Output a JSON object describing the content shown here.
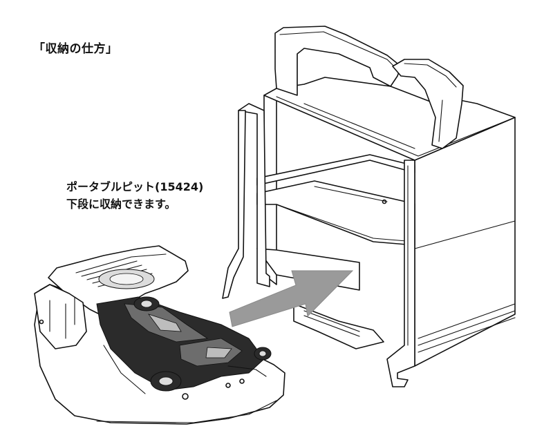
{
  "heading": "「収納の仕方」",
  "caption": {
    "line1": "ポータブルピット(15424)",
    "line2": "下段に収納できます。"
  },
  "colors": {
    "arrow": "#9a9a9a",
    "line": "#111111",
    "background": "#ffffff"
  },
  "illustrations": [
    "portable-pit",
    "storage-box",
    "insert-arrow"
  ]
}
